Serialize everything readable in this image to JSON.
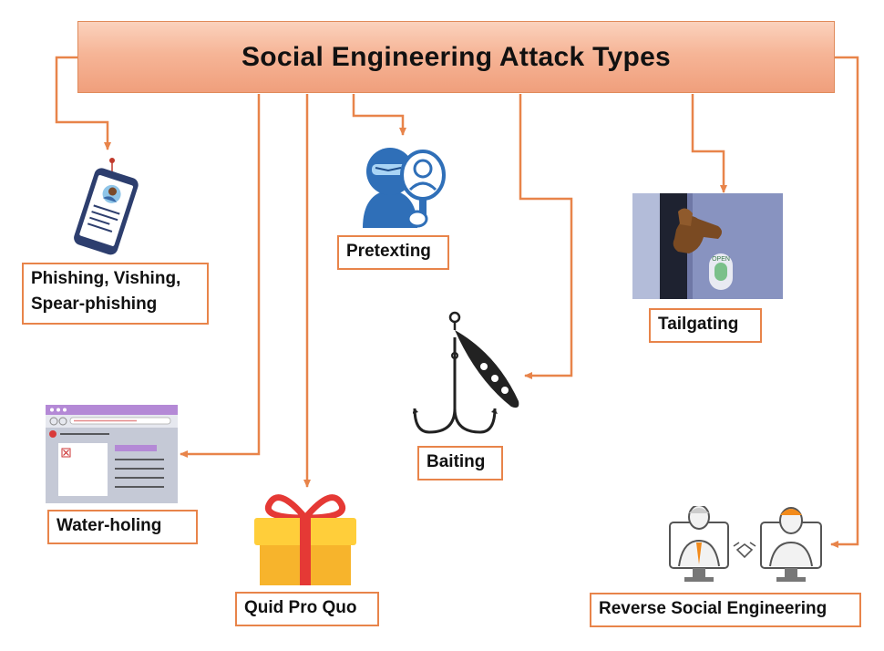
{
  "title": "Social Engineering Attack Types",
  "colors": {
    "connector": "#e8844a",
    "title_fill": "#f6b597",
    "label_border": "#e8844a"
  },
  "attack_types": [
    {
      "id": "phishing",
      "label": "Phishing, Vishing,\nSpear-phishing",
      "icon": "phone-hook-icon"
    },
    {
      "id": "pretexting",
      "label": "Pretexting",
      "icon": "masked-person-icon"
    },
    {
      "id": "tailgating",
      "label": "Tailgating",
      "icon": "door-hand-icon"
    },
    {
      "id": "baiting",
      "label": "Baiting",
      "icon": "fishing-lure-icon"
    },
    {
      "id": "water-holing",
      "label": "Water-holing",
      "icon": "browser-window-icon"
    },
    {
      "id": "quid-pro-quo",
      "label": "Quid Pro Quo",
      "icon": "gift-box-icon"
    },
    {
      "id": "reverse",
      "label": "Reverse Social Engineering",
      "icon": "handshake-monitors-icon"
    }
  ],
  "icon_texts": {
    "door_open_sign": "OPEN"
  }
}
